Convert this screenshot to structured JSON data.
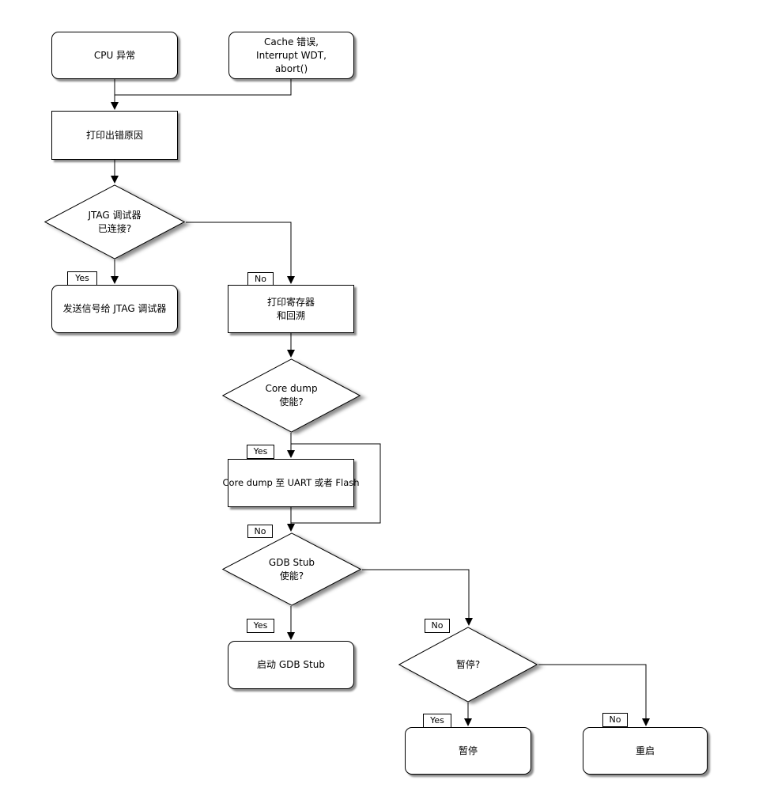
{
  "diagram_title": "panic-handler-flowchart",
  "colors": {
    "stroke": "#000000",
    "fill": "#ffffff",
    "shadow": "#737373"
  },
  "nodes": {
    "cpu_exception": {
      "label": "CPU 异常"
    },
    "sw_exception": {
      "line1": "Cache 错误,",
      "line2": "Interrupt WDT,",
      "line3": "abort()"
    },
    "print_error_cause": {
      "label": "打印出错原因"
    },
    "jtag_connected": {
      "line1": "JTAG 调试器",
      "line2": "已连接?"
    },
    "send_to_jtag": {
      "label": "发送信号给 JTAG 调试器"
    },
    "print_registers": {
      "line1": "打印寄存器",
      "line2": "和回溯"
    },
    "coredump_enabled": {
      "line1": "Core dump",
      "line2": "使能?"
    },
    "do_coredump": {
      "label": "Core dump 至 UART 或者 Flash"
    },
    "gdbstub_enabled": {
      "line1": "GDB Stub",
      "line2": "使能?"
    },
    "start_gdbstub": {
      "label": "启动 GDB Stub"
    },
    "halt_question": {
      "label": "暂停?"
    },
    "halt": {
      "label": "暂停"
    },
    "reboot": {
      "label": "重启"
    }
  },
  "edge_labels": {
    "yes": "Yes",
    "no": "No"
  }
}
